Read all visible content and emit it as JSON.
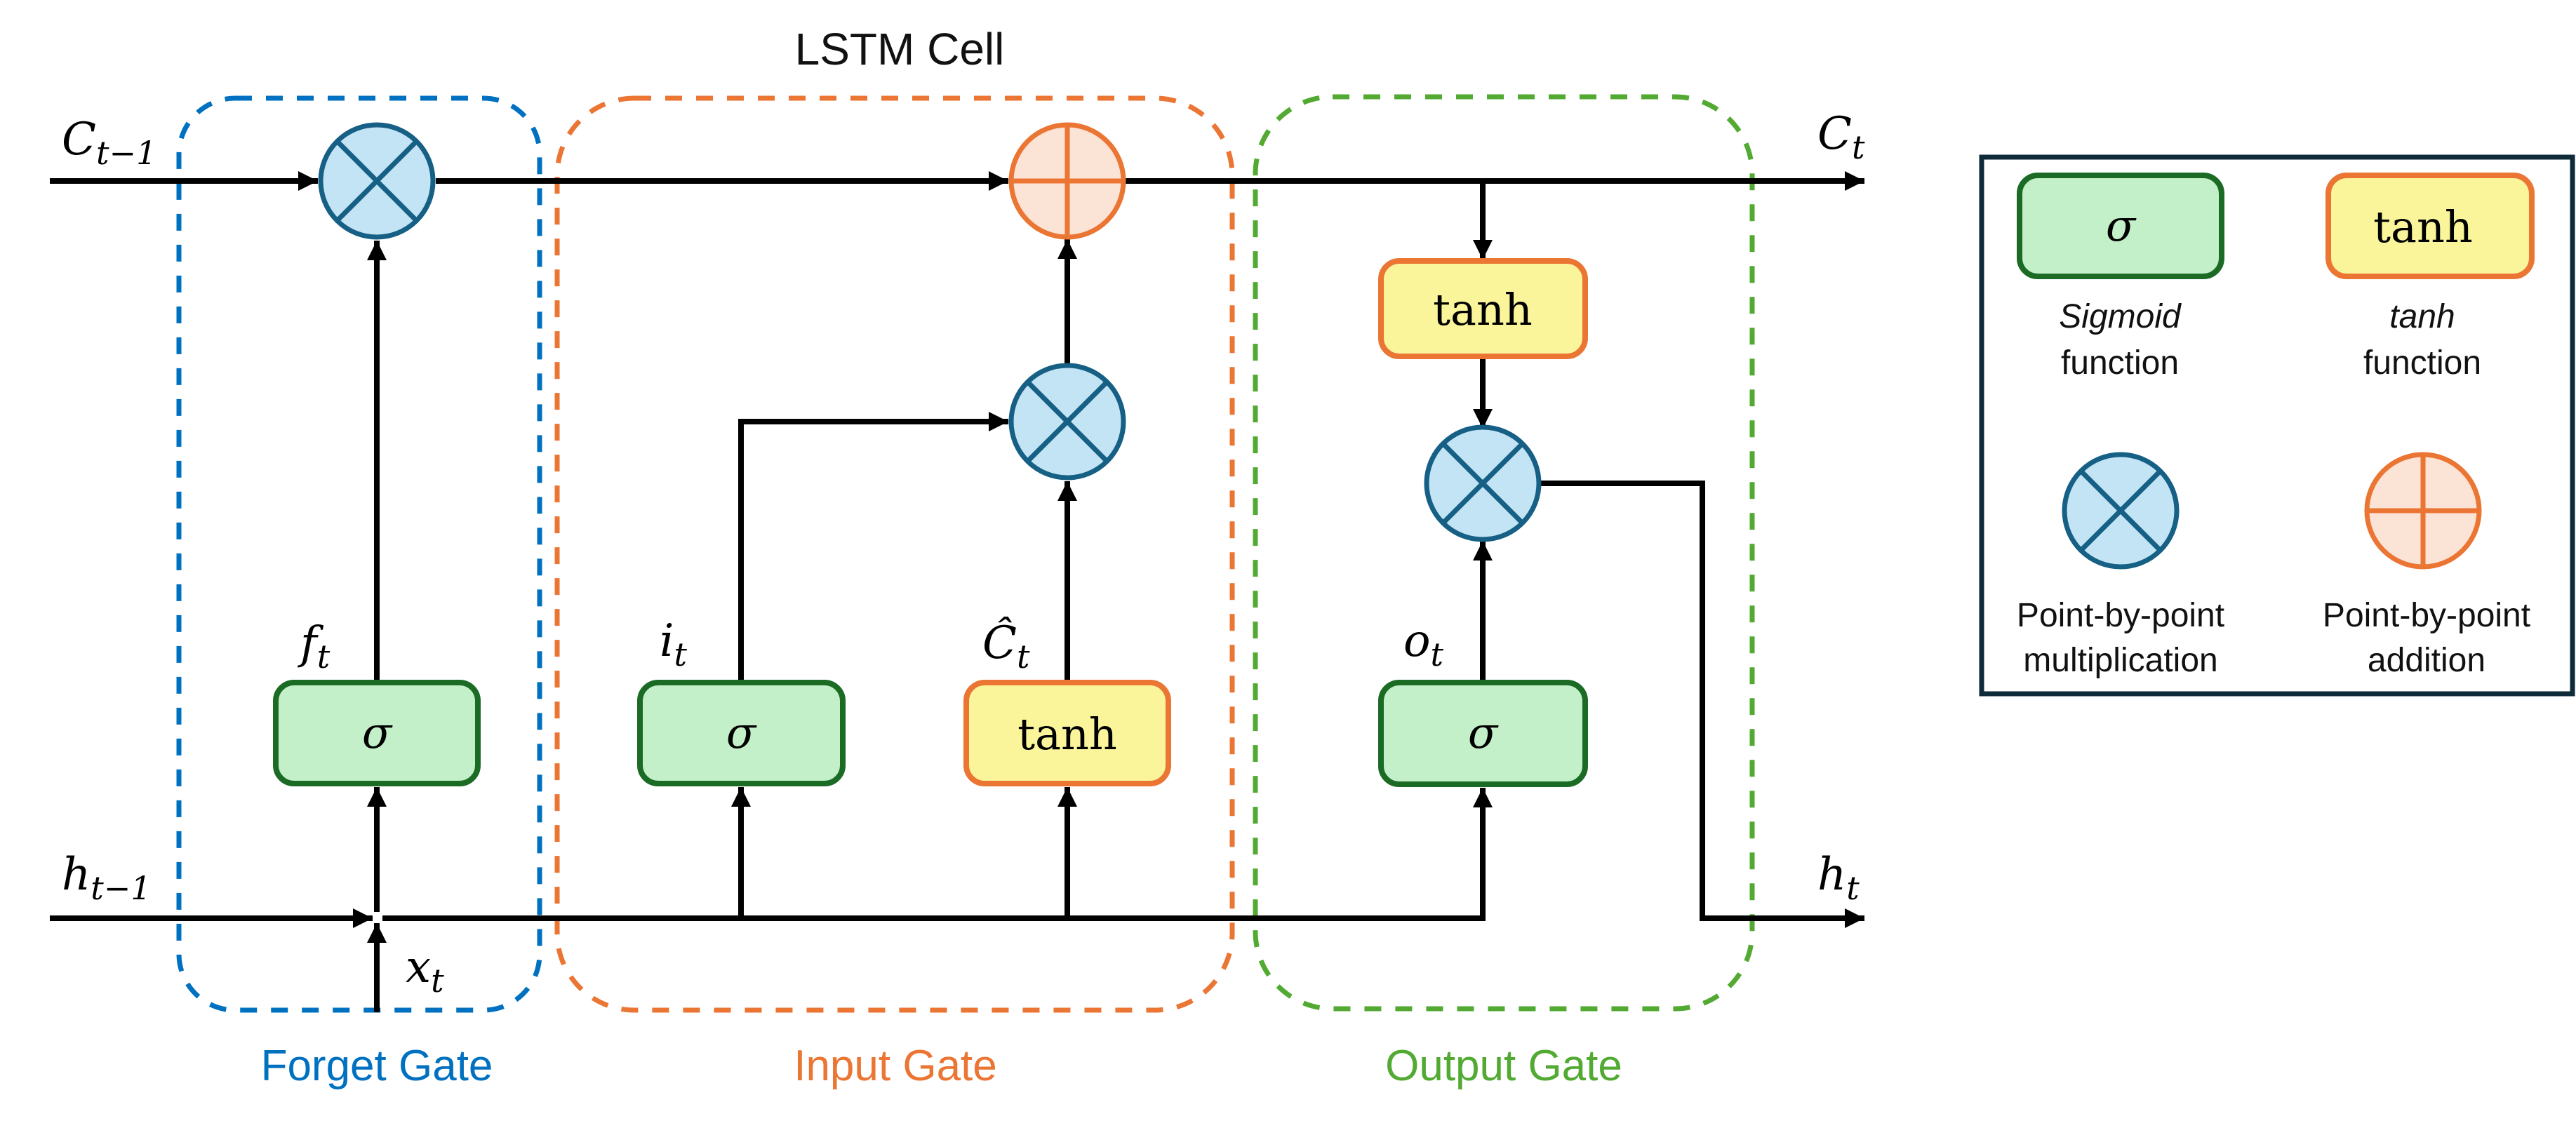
{
  "title": "LSTM Cell",
  "colors": {
    "forget_gate": "#0070C0",
    "input_gate": "#EB7533",
    "output_gate": "#52AA32",
    "sigmoid_fill": "#C3F0C8",
    "sigmoid_stroke": "#1B6B25",
    "tanh_fill": "#FAF59A",
    "tanh_stroke": "#EB7533",
    "mult_fill": "#C3E4F4",
    "mult_stroke": "#165F85",
    "add_fill": "#FBE3D6",
    "add_stroke": "#EB7533",
    "legend_border": "#0F2A38",
    "line": "#000000"
  },
  "signals": {
    "cell_prev": {
      "base": "C",
      "sub": "t−1"
    },
    "cell_out": {
      "base": "C",
      "sub": "t"
    },
    "hidden_prev": {
      "base": "h",
      "sub": "t−1"
    },
    "hidden_out": {
      "base": "h",
      "sub": "t"
    },
    "input": {
      "base": "x",
      "sub": "t"
    },
    "forget_act": {
      "base": "f",
      "sub": "t"
    },
    "input_act": {
      "base": "i",
      "sub": "t"
    },
    "candidate": {
      "base": "Ĉ",
      "sub": "t"
    },
    "output_act": {
      "base": "o",
      "sub": "t"
    }
  },
  "gates": [
    {
      "id": "forget",
      "label": "Forget Gate"
    },
    {
      "id": "input",
      "label": "Input Gate"
    },
    {
      "id": "output",
      "label": "Output Gate"
    }
  ],
  "blocks": {
    "sigmoid_symbol": "σ",
    "tanh_label": "tanh"
  },
  "legend": {
    "items": [
      {
        "kind": "sigmoid",
        "symbol": "σ",
        "line1": "Sigmoid",
        "line1_italic": true,
        "line2": "function"
      },
      {
        "kind": "tanh",
        "symbol": "tanh",
        "line1": "tanh",
        "line1_italic": true,
        "line2": "function"
      },
      {
        "kind": "multiply",
        "line1": "Point-by-point",
        "line2": "multiplication"
      },
      {
        "kind": "add",
        "line1": "Point-by-point",
        "line2": "addition"
      }
    ]
  }
}
